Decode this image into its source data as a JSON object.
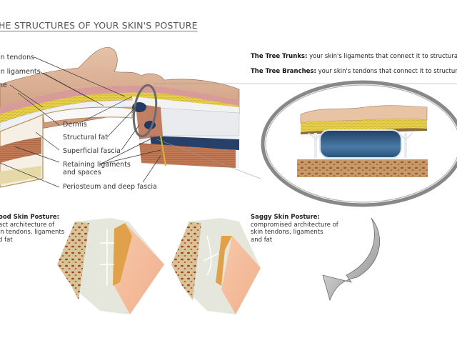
{
  "title": "HE STRUCTURES OF YOUR SKIN'S POSTURE",
  "anatomy_labels": {
    "skin_tendons": "in tendons",
    "skin_ligaments": "in ligaments",
    "bone": "ne",
    "dermis": "Dermis",
    "structural_fat": "Structural fat",
    "superficial_fascia": "Superficial fascia",
    "retaining_ligaments_1": "Retaining ligaments",
    "retaining_ligaments_2": "and spaces",
    "periosteum": "Periosteum and deep fascia"
  },
  "tree_descriptions": [
    {
      "term": "The Tree Trunks:",
      "text": " your skin's ligaments that connect it to structural"
    },
    {
      "term": "The Tree Branches:",
      "text": " your skin's tendons that connect it to structura"
    }
  ],
  "good_posture": {
    "heading": "ood Skin Posture:",
    "lines": [
      "act architecture of",
      "in tendons, ligaments",
      "d fat"
    ]
  },
  "saggy_posture": {
    "heading": "Saggy Skin Posture:",
    "lines": [
      "compromised architecture of",
      "skin tendons, ligaments",
      "and fat"
    ]
  },
  "colors": {
    "skin": "#d9a98a",
    "fat": "#e3d24a",
    "muscle": "#b86b4a",
    "cavity": "#2f5a82",
    "bone": "#b98555",
    "ring": "#808080"
  },
  "icons": [
    "curved-arrow-icon",
    "magnifier-ring-icon"
  ]
}
